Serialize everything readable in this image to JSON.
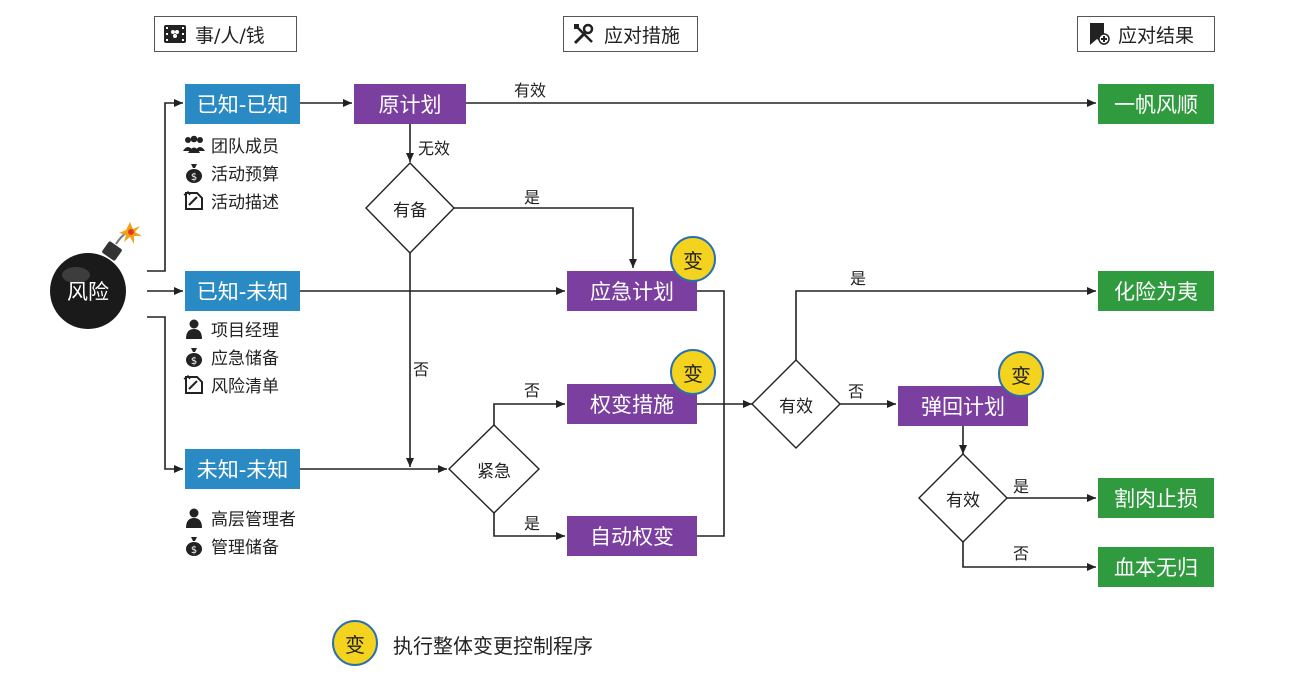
{
  "headers": {
    "col1": "事/人/钱",
    "col2": "应对措施",
    "col3": "应对结果"
  },
  "risk": "风险",
  "categories": {
    "known_known": "已知-已知",
    "known_unknown": "已知-未知",
    "unknown_unknown": "未知-未知"
  },
  "known_known_items": [
    "团队成员",
    "活动预算",
    "活动描述"
  ],
  "known_unknown_items": [
    "项目经理",
    "应急储备",
    "风险清单"
  ],
  "unknown_unknown_items": [
    "高层管理者",
    "管理储备"
  ],
  "measures": {
    "original_plan": "原计划",
    "contingency_plan": "应急计划",
    "workaround": "权变措施",
    "auto_workaround": "自动权变",
    "fallback_plan": "弹回计划"
  },
  "results": {
    "smooth": "一帆风顺",
    "averted": "化险为夷",
    "cut_loss": "割肉止损",
    "total_loss": "血本无归"
  },
  "decisions": {
    "has_backup": "有备",
    "urgent": "紧急",
    "effective1": "有效",
    "effective2": "有效"
  },
  "edge_labels": {
    "effective": "有效",
    "ineffective": "无效",
    "yes_backup": "是",
    "no_backup": "否",
    "no_urgent": "否",
    "yes_urgent": "是",
    "yes_eff1": "是",
    "no_eff1": "否",
    "yes_eff2": "是",
    "no_eff2": "否"
  },
  "change_badge": "变",
  "legend": {
    "badge": "变",
    "text": "执行整体变更控制程序"
  },
  "colors": {
    "category": "#2a8ac4",
    "measure": "#7b3fa0",
    "result": "#2f9a3e",
    "badge": "#f4d31f",
    "line": "#222222"
  },
  "icons": {
    "col1": "film-icon",
    "col2": "tools-icon",
    "col3": "bookmark-add-icon",
    "risk": "bomb-icon",
    "team": "people-icon",
    "budget": "money-bag-icon",
    "description": "document-icon",
    "person": "person-icon"
  }
}
